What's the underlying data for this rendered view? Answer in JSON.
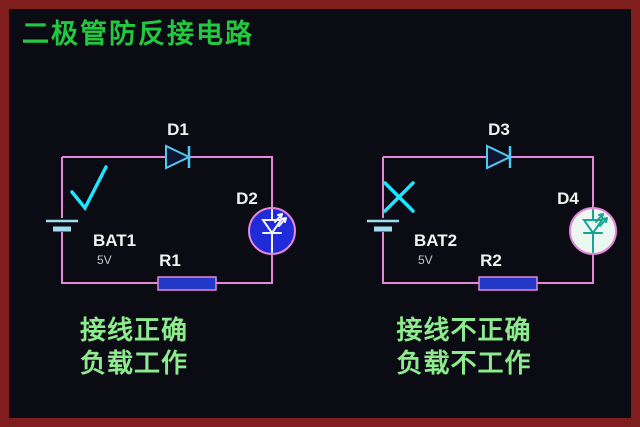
{
  "title": "二极管防反接电路",
  "colors": {
    "background": "#0b0b14",
    "border": "#801d1d",
    "wire": "#e387d8",
    "component_outline": "#4fc9f2",
    "battery_plate": "#9fdcf0",
    "designator_text": "#f2f2f2",
    "voltage_text": "#c8c8c8",
    "title_green": "#22c93e",
    "caption_green": "#8dea8d",
    "status_cyan": "#1fe4ff",
    "led_on_fill": "#1f2ad8",
    "led_off_fill": "#eaf8f1",
    "resistor_fill": "#2438c8"
  },
  "left_circuit": {
    "status": "correct",
    "diode_label": "D1",
    "led_label": "D2",
    "battery_label": "BAT1",
    "battery_voltage": "5V",
    "resistor_label": "R1",
    "caption_line1": "接线正确",
    "caption_line2": "负载工作"
  },
  "right_circuit": {
    "status": "incorrect",
    "diode_label": "D3",
    "led_label": "D4",
    "battery_label": "BAT2",
    "battery_voltage": "5V",
    "resistor_label": "R2",
    "caption_line1": "接线不正确",
    "caption_line2": "负载不工作"
  }
}
